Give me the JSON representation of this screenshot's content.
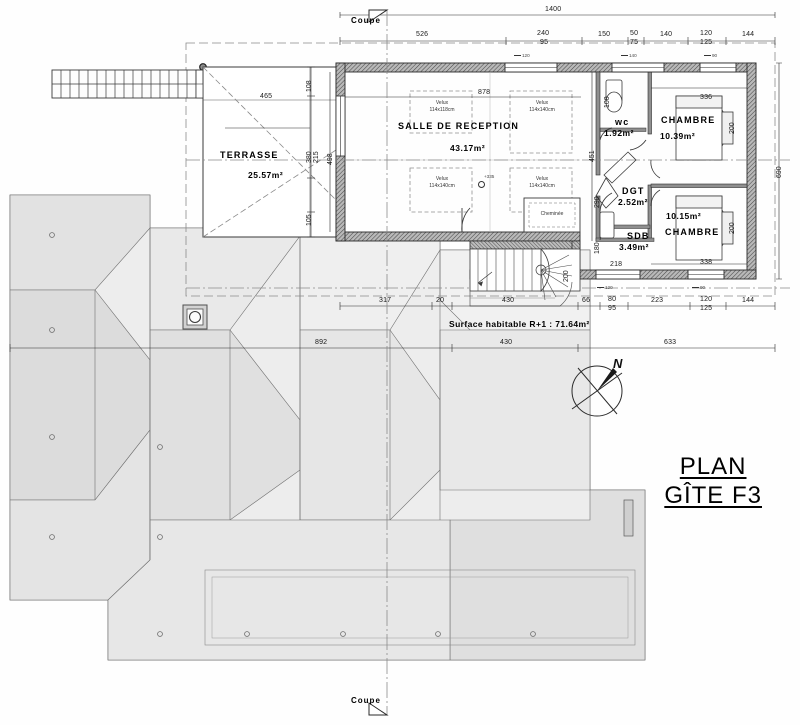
{
  "document": {
    "title_line1": "PLAN",
    "title_line2": "GÎTE F3",
    "surface_note": "Surface habitable R+1 : 71.64m²",
    "section_marker_top": "Coupe",
    "section_marker_bottom": "Coupe",
    "compass_label": "N"
  },
  "rooms": [
    {
      "id": "terrasse",
      "name": "TERRASSE",
      "area": "25.57m²"
    },
    {
      "id": "salle",
      "name": "SALLE DE RECEPTION",
      "area": "43.17m²"
    },
    {
      "id": "wc",
      "name": "wc",
      "area": "1.92m²"
    },
    {
      "id": "dgt",
      "name": "DGT",
      "area": "2.52m²"
    },
    {
      "id": "sdb",
      "name": "SDB",
      "area": "3.49m²"
    },
    {
      "id": "chambre1",
      "name": "CHAMBRE",
      "area": "10.39m²"
    },
    {
      "id": "chambre2",
      "name": "CHAMBRE",
      "area": "10.15m²"
    }
  ],
  "annotations": {
    "fireplace": "Cheminée",
    "level_mark": "+335",
    "velux_label": "Velux",
    "velux_size_a": "114x118cm",
    "velux_size_b": "114x140cm",
    "velux_size_c": "114x140cm",
    "velux_size_d": "114x140cm"
  },
  "openings": [
    {
      "id": "win-top-1",
      "label": "120"
    },
    {
      "id": "win-top-2",
      "label": "140"
    },
    {
      "id": "win-top-3",
      "label": "90"
    },
    {
      "id": "win-bot-1",
      "label": "120"
    },
    {
      "id": "win-bot-2",
      "label": "90"
    }
  ],
  "dimensions": {
    "overall_top": "1400",
    "chain_top": [
      {
        "label": "526"
      },
      {
        "label": "240",
        "sub": "95"
      },
      {
        "label": "150"
      },
      {
        "label": "50",
        "sub": "75"
      },
      {
        "label": "140"
      },
      {
        "label": "120",
        "sub": "125"
      },
      {
        "label": "144"
      }
    ],
    "chain_bottom": [
      {
        "label": "317"
      },
      {
        "label": "20"
      },
      {
        "label": "430"
      },
      {
        "label": "66"
      },
      {
        "label": "80",
        "sub": "95"
      },
      {
        "label": "223"
      },
      {
        "label": "120",
        "sub": "125"
      },
      {
        "label": "144"
      }
    ],
    "chain_bottom_outer": [
      {
        "label": "892"
      },
      {
        "label": "430"
      },
      {
        "label": "633"
      }
    ],
    "left_chain": [
      {
        "label": "108"
      },
      {
        "label": "380"
      },
      {
        "label": "215"
      },
      {
        "label": "105"
      }
    ],
    "interior": [
      {
        "id": "terrasse-width",
        "label": "465"
      },
      {
        "id": "salle-width",
        "label": "878"
      },
      {
        "id": "salle-depth",
        "label": "498"
      },
      {
        "id": "salle-right",
        "label": "451"
      },
      {
        "id": "chambre1-width",
        "label": "336"
      },
      {
        "id": "chambre2-width",
        "label": "338"
      },
      {
        "id": "sdb-width",
        "label": "218"
      },
      {
        "id": "wc-depth",
        "label": "100"
      },
      {
        "id": "dgt-depth",
        "label": "290"
      },
      {
        "id": "sdb-depth",
        "label": "180"
      },
      {
        "id": "right-overall",
        "label": "690"
      },
      {
        "id": "bed1-depth",
        "label": "200"
      },
      {
        "id": "bed2-depth",
        "label": "200"
      },
      {
        "id": "stair-dim",
        "label": "200"
      }
    ]
  },
  "colors": {
    "line": "#2b2b2b",
    "thin": "#555555",
    "wall_fill": "#9a9a9a",
    "roof_light": "#f2f2f2",
    "roof_mid": "#e6e6e6",
    "roof_dark": "#d8d8d8",
    "dash": "#7a7a7a"
  }
}
